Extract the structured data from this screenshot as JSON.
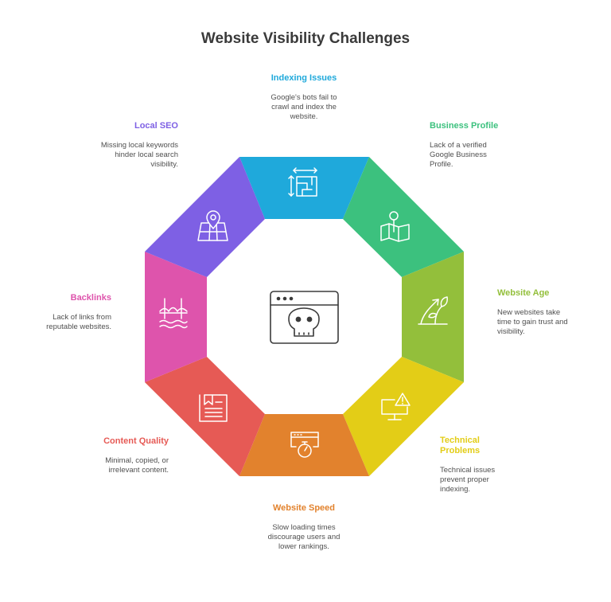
{
  "title": "Website Visibility Challenges",
  "segments": [
    {
      "label": "Indexing Issues",
      "desc": [
        "Google's bots fail to",
        "crawl and index the",
        "website."
      ],
      "color": "#1fa9db",
      "icon": "maze-icon"
    },
    {
      "label": "Business Profile",
      "desc": [
        "Lack of a verified",
        "Google Business",
        "Profile."
      ],
      "color": "#3cc17e",
      "icon": "map-pin-icon"
    },
    {
      "label": "Website Age",
      "desc": [
        "New websites take",
        "time to gain trust and",
        "visibility."
      ],
      "color": "#93bf3b",
      "icon": "growth-sprout-icon"
    },
    {
      "label": "Technical Problems",
      "label_lines": [
        "Technical",
        "Problems"
      ],
      "desc": [
        "Technical issues",
        "prevent proper",
        "indexing."
      ],
      "color": "#e3cd17",
      "icon": "monitor-warning-icon"
    },
    {
      "label": "Website Speed",
      "desc": [
        "Slow loading times",
        "discourage users and",
        "lower rankings."
      ],
      "color": "#e2822d",
      "icon": "browser-stopwatch-icon"
    },
    {
      "label": "Content Quality",
      "desc": [
        "Minimal, copied, or",
        "irrelevant content."
      ],
      "color": "#e65a55",
      "icon": "document-icon"
    },
    {
      "label": "Backlinks",
      "desc": [
        "Lack of links from",
        "reputable websites."
      ],
      "color": "#de54ac",
      "icon": "bridge-icon"
    },
    {
      "label": "Local SEO",
      "desc": [
        "Missing local keywords",
        "hinder local search",
        "visibility."
      ],
      "color": "#7e60e4",
      "icon": "location-map-icon"
    }
  ],
  "center_icon": "browser-skull-icon"
}
